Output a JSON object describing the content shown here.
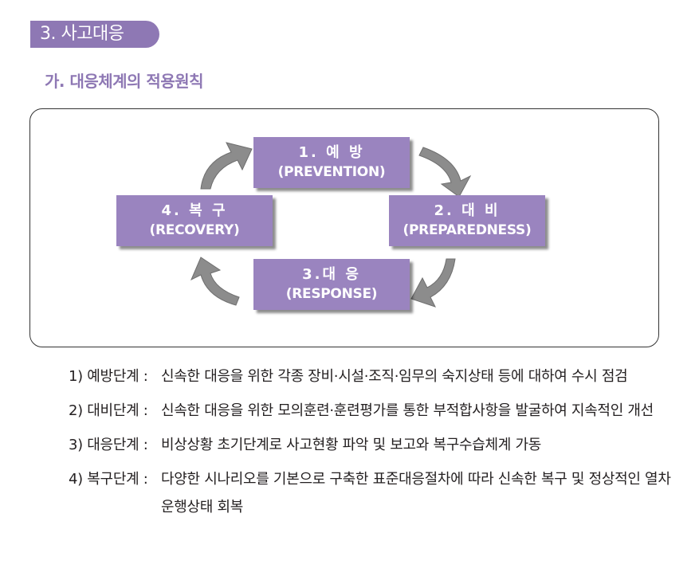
{
  "section": {
    "title": "3. 사고대응"
  },
  "subsection": {
    "title": "가. 대응체계의 적용원칙"
  },
  "cycle": {
    "prevention": {
      "ko": "1. 예 방",
      "en": "(PREVENTION)"
    },
    "preparedness": {
      "ko": "2. 대 비",
      "en": "(PREPAREDNESS)"
    },
    "response": {
      "ko": "3.대 응",
      "en": "(RESPONSE)"
    },
    "recovery": {
      "ko": "4. 복 구",
      "en": "(RECOVERY)"
    },
    "arrow_color": "#8c8c8c",
    "box_color": "#9a84bf"
  },
  "items": [
    {
      "label": "1) 예방단계 :",
      "text": "신속한 대응을 위한 각종 장비·시설·조직·임무의 숙지상태 등에 대하여 수시 점검"
    },
    {
      "label": "2) 대비단계 :",
      "text": "신속한 대응을 위한 모의훈련·훈련평가를 통한 부적합사항을 발굴하여 지속적인 개선"
    },
    {
      "label": "3) 대응단계 :",
      "text": "비상상황 초기단계로 사고현황 파악 및 보고와 복구수습체계 가동"
    },
    {
      "label": "4) 복구단계 :",
      "text": "다양한 시나리오를 기본으로 구축한 표준대응절차에 따라 신속한 복구 및 정상적인 열차운행상태 회복"
    }
  ]
}
